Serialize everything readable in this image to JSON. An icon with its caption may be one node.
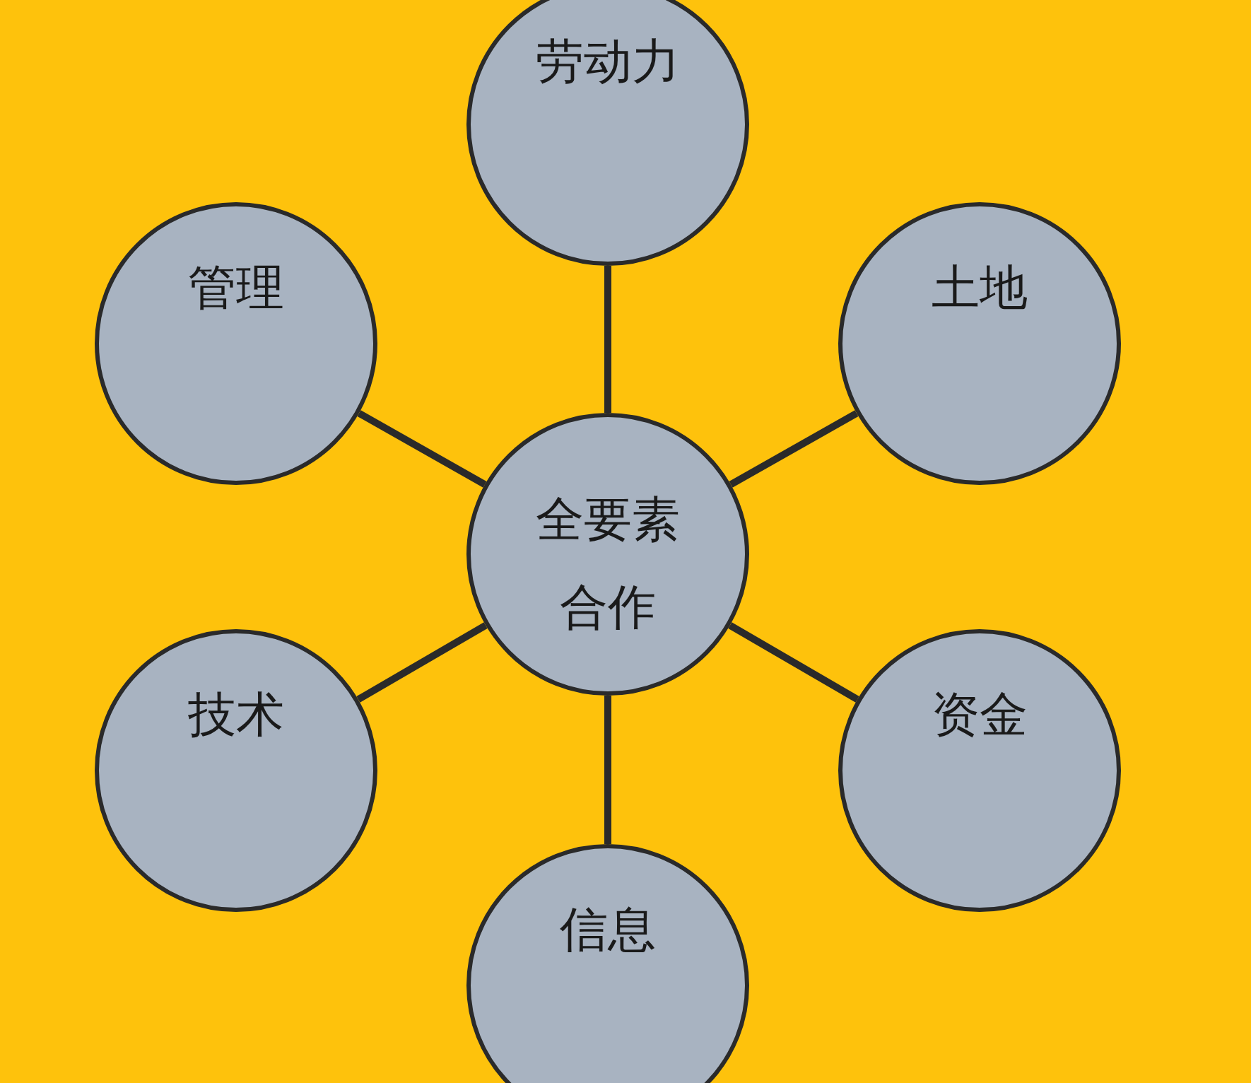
{
  "diagram": {
    "nodes": [
      {
        "text": [
          "劳动力"
        ]
      },
      {
        "text": [
          "管理"
        ]
      },
      {
        "text": [
          "土地"
        ]
      },
      {
        "text": [
          "全要素合作"
        ]
      },
      {
        "text": [
          "技术"
        ]
      },
      {
        "text": [
          "资金"
        ]
      },
      {
        "text": [
          "信息"
        ]
      }
    ],
    "edges": [
      {
        "from": 3,
        "to": 0,
        "arrow": "none"
      },
      {
        "from": 3,
        "to": 1,
        "arrow": "none"
      },
      {
        "from": 3,
        "to": 2,
        "arrow": "none"
      },
      {
        "from": 3,
        "to": 4,
        "arrow": "none"
      },
      {
        "from": 3,
        "to": 5,
        "arrow": "none"
      },
      {
        "from": 3,
        "to": 6,
        "arrow": "none"
      }
    ]
  }
}
